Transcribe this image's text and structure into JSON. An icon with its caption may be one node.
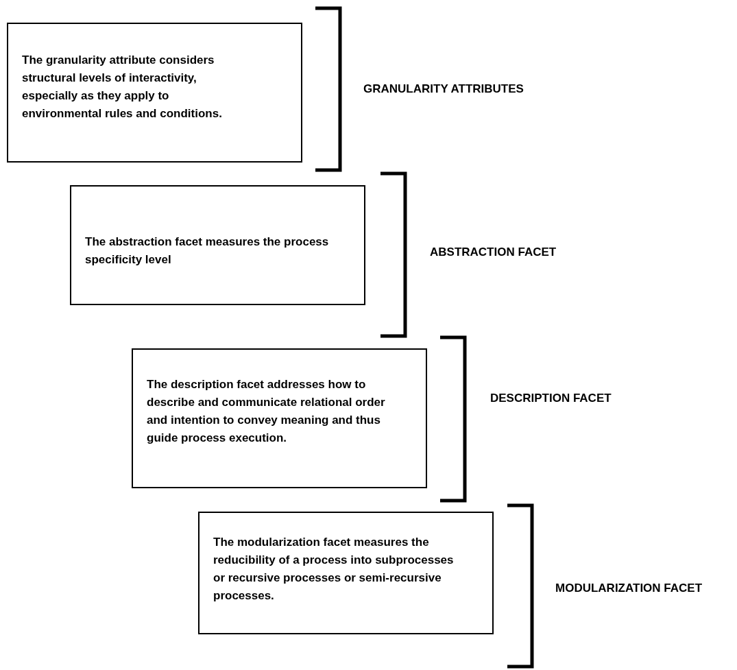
{
  "diagram": {
    "nodes": [
      {
        "text": [
          "The granularity attribute considers structural levels of interactivity, especially as they apply to environmental rules and conditions."
        ]
      },
      {
        "text": [
          "The abstraction facet measures the process specificity level"
        ]
      },
      {
        "text": [
          "The description facet addresses how to describe and communicate relational order and intention to convey meaning and thus guide process execution."
        ]
      },
      {
        "text": [
          "The modularization facet measures the reducibility of a process into subprocesses or recursive processes or semi-recursive processes."
        ]
      }
    ],
    "labels": [
      "GRANULARITY ATTRIBUTES",
      "ABSTRACTION FACET",
      "DESCRIPTION FACET",
      "MODULARIZATION FACET"
    ]
  }
}
